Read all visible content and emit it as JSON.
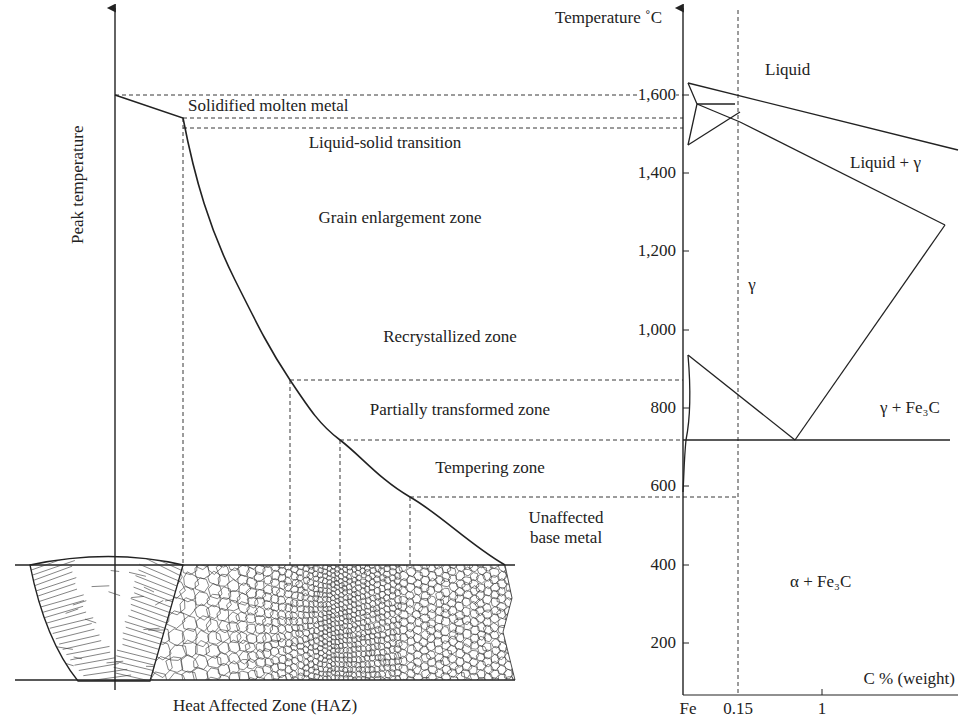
{
  "diagram": {
    "labels": [
      "Peak temperature",
      "Solidified molten metal",
      "Liquid-solid transition",
      "Grain enlargement zone",
      "Recrystallized zone",
      "Partially transformed zone",
      "Tempering zone",
      "Unaffected base metal",
      "Heat Affected Zone (HAZ)",
      "Temperature ˚C",
      "1,600",
      "1,400",
      "1,200",
      "1,000",
      "800",
      "600",
      "400",
      "200",
      "Liquid",
      "Liquid + γ",
      "γ",
      "γ + Fe₃C",
      "α + Fe₃C",
      "C % (weight)",
      "Fe",
      "0.15",
      "1"
    ]
  }
}
